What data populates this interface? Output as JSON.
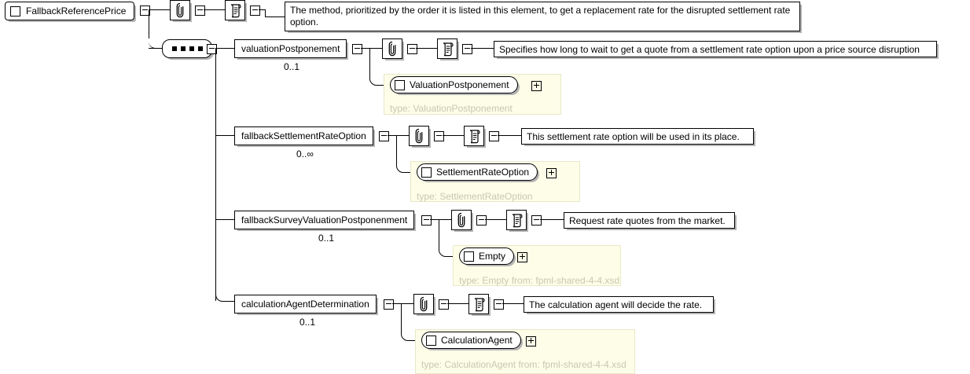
{
  "diagram": {
    "type": "xsd-schema-diagram",
    "root": {
      "label": "FallbackReferencePrice",
      "icon": "element-icon",
      "toggle": "minus",
      "annotation_icon": "paperclip-icon",
      "documentation_icon": "documentation-icon",
      "documentation": "The method, prioritized by the order it is listed in this element, to get a replacement rate for the disrupted settlement rate option."
    },
    "compositor": {
      "kind": "sequence",
      "icon": "sequence-dots-icon",
      "toggle": "minus",
      "dots": 4
    },
    "children": [
      {
        "name": "valuationPostponement",
        "cardinality": "0..1",
        "toggle": "minus",
        "annotation_icon": "paperclip-icon",
        "documentation_icon": "documentation-icon",
        "documentation": "Specifies how long to wait to get a quote from a settlement rate option upon a price source disruption",
        "type_ref": {
          "label": "ValuationPostponement",
          "toggle": "plus",
          "type_caption": "type: ValuationPostponement"
        }
      },
      {
        "name": "fallbackSettlementRateOption",
        "cardinality": "0..∞",
        "toggle": "minus",
        "annotation_icon": "paperclip-icon",
        "documentation_icon": "documentation-icon",
        "documentation": "This settlement rate option will be used in its place.",
        "type_ref": {
          "label": "SettlementRateOption",
          "toggle": "plus",
          "type_caption": "type: SettlementRateOption"
        }
      },
      {
        "name": "fallbackSurveyValuationPostponenment",
        "cardinality": "0..1",
        "toggle": "minus",
        "annotation_icon": "paperclip-icon",
        "documentation_icon": "documentation-icon",
        "documentation": "Request rate quotes from the market.",
        "type_ref": {
          "label": "Empty",
          "toggle": "plus",
          "type_caption": "type: Empty from: fpml-shared-4-4.xsd"
        }
      },
      {
        "name": "calculationAgentDetermination",
        "cardinality": "0..1",
        "toggle": "minus",
        "annotation_icon": "paperclip-icon",
        "documentation_icon": "documentation-icon",
        "documentation": "The calculation agent will decide the rate.",
        "type_ref": {
          "label": "CalculationAgent",
          "toggle": "plus",
          "type_caption": "type: CalculationAgent from: fpml-shared-4-4.xsd"
        }
      }
    ],
    "colors": {
      "background": "#ffffff",
      "line": "#000000",
      "type_panel_fill": "#fdfde8",
      "type_caption_text": "#c9c9b0",
      "shadow": "#b4b4b4"
    }
  }
}
